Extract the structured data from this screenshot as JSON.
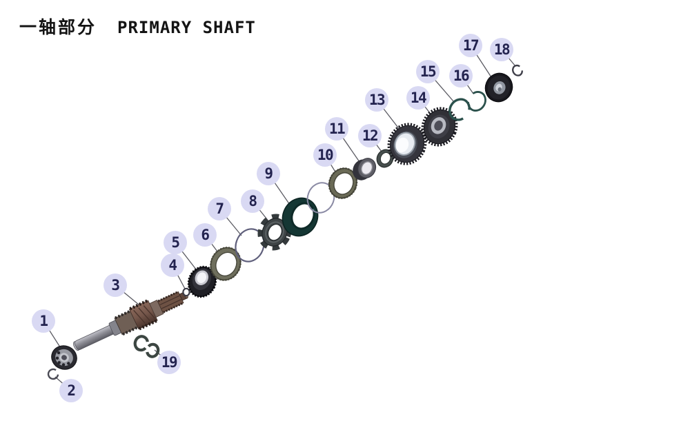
{
  "title": {
    "cn": "一轴部分",
    "en": "PRIMARY SHAFT"
  },
  "badges": [
    {
      "label": "1"
    },
    {
      "label": "2"
    },
    {
      "label": "3"
    },
    {
      "label": "4"
    },
    {
      "label": "5"
    },
    {
      "label": "6"
    },
    {
      "label": "7"
    },
    {
      "label": "8"
    },
    {
      "label": "9"
    },
    {
      "label": "10"
    },
    {
      "label": "11"
    },
    {
      "label": "12"
    },
    {
      "label": "13"
    },
    {
      "label": "14"
    },
    {
      "label": "15"
    },
    {
      "label": "16"
    },
    {
      "label": "17"
    },
    {
      "label": "18"
    },
    {
      "label": "19"
    }
  ],
  "part_count": 19,
  "colors": {
    "background": "#ffffff",
    "badge_fill": "#d9d9f3",
    "badge_text": "#23234f",
    "leader_line": "#5a5a62",
    "gear_dark": "#2b2b31",
    "teal_sleeve": "#153734",
    "snap_ring_teal": "#2b514c",
    "synchro_olive": "#6f6f5d",
    "shaft_steel": "#9a9aa2",
    "shaft_brown": "#74564a"
  }
}
